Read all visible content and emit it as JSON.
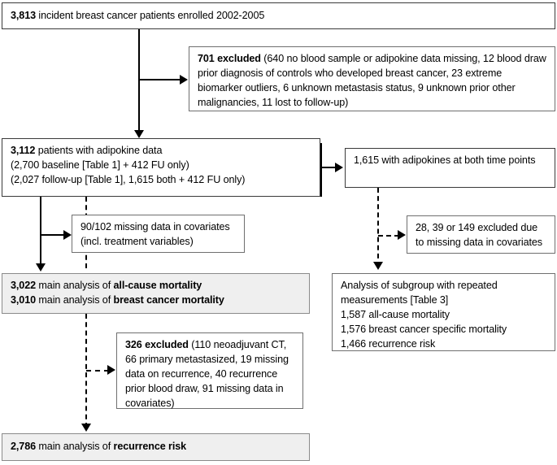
{
  "diagram": {
    "title": "Breast cancer cohort adipokine study flow diagram",
    "type": "flowchart",
    "colors": {
      "box_border": "#6f6f6f",
      "shaded_fill": "#efefef",
      "connector": "#000000",
      "text": "#000000"
    }
  },
  "nodes": {
    "enrolled": {
      "count": "3,813",
      "text": " incident breast cancer patients enrolled 2002-2005",
      "full": "3,813 incident breast cancer patients enrolled 2002-2005"
    },
    "excluded_701": {
      "bold": "701 excluded",
      "text": " (640 no blood sample or adipokine data missing, 12 blood draw prior diagnosis of controls who developed  breast cancer, 23 extreme biomarker outliers, 6 unknown metastasis status, 9 unknown prior other malignancies, 11 lost to follow-up)",
      "full": "701 excluded (640 no blood sample or adipokine data missing, 12 blood draw prior diagnosis of controls who developed  breast cancer, 23 extreme biomarker outliers, 6 unknown metastasis status, 9 unknown prior other malignancies, 11 lost to follow-up)"
    },
    "adipokine_data": {
      "line1_bold": "3,112",
      "line1_rest": " patients with adipokine data",
      "line2": "(2,700 baseline [Table 1] + 412 FU only)",
      "line3": "(2,027 follow-up [Table 1], 1,615 both + 412 FU only)"
    },
    "both_timepoints": {
      "text": "1,615 with adipokines at both time points"
    },
    "missing_covariates_left": {
      "line1": "90/102 missing data in covariates",
      "line2": "(incl. treatment variables)"
    },
    "excluded_right": {
      "line1": "28, 39 or 149 excluded due",
      "line2": "to missing data in covariates"
    },
    "main_analysis_mortality": {
      "line1_bold": "3,022",
      "line1_mid": " main analysis of ",
      "line1_end_bold": "all-cause mortality",
      "line2_bold": "3,010",
      "line2_mid": " main analysis of ",
      "line2_end_bold": "breast cancer mortality"
    },
    "subgroup_analysis": {
      "line1": "Analysis of subgroup with repeated",
      "line2": "measurements [Table 3]",
      "line3": "1,587 all-cause mortality",
      "line4": "1,576 breast cancer specific mortality",
      "line5": "1,466 recurrence risk"
    },
    "excluded_326": {
      "bold": "326 excluded",
      "text": " (110 neoadjuvant CT, 66 primary metastasized, 19 missing data on recurrence, 40 recurrence prior blood draw, 91 missing data in covariates)",
      "full": "326 excluded (110 neoadjuvant CT, 66 primary metastasized, 19 missing data on recurrence, 40 recurrence prior blood draw, 91 missing data in covariates)"
    },
    "recurrence_analysis": {
      "line1_bold": "2,786",
      "line1_mid": " main analysis of ",
      "line1_end_bold": "recurrence risk"
    }
  }
}
